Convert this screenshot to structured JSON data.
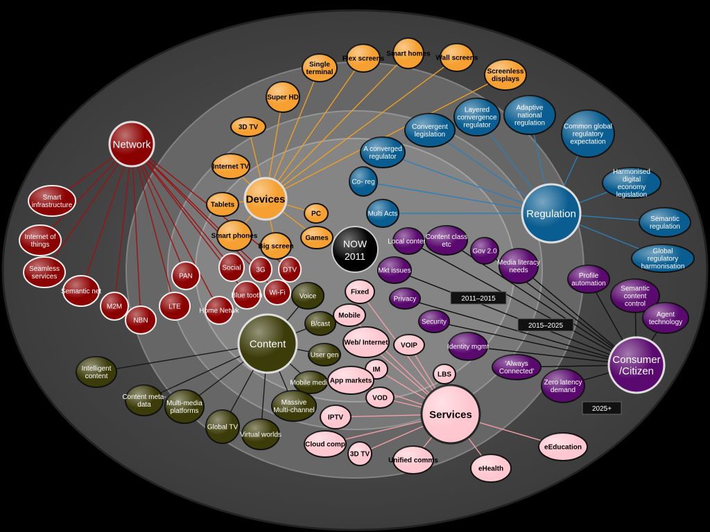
{
  "center": {
    "label_1": "NOW",
    "label_2": "2011"
  },
  "era_labels": [
    "2011–2015",
    "2015–2025",
    "2025+"
  ],
  "colors": {
    "network": "#8b0000",
    "devices": "#f5a030",
    "regulation": "#0a5d90",
    "content": "#3c3c0a",
    "services": "#ffc8d0",
    "consumer": "#5a0a6e",
    "network_line": "#a01010",
    "devices_line": "#f0a020",
    "regulation_line": "#2c7fb8",
    "content_line": "#1a1a1a",
    "services_line": "#f4a0a8",
    "consumer_line": "#101010"
  },
  "hubs": [
    {
      "id": "network",
      "label": "Network",
      "color": "network"
    },
    {
      "id": "devices",
      "label": "Devices",
      "color": "devices"
    },
    {
      "id": "regulation",
      "label": "Regulation",
      "color": "regulation"
    },
    {
      "id": "content",
      "label": "Content",
      "color": "content"
    },
    {
      "id": "services",
      "label": "Services",
      "color": "services"
    },
    {
      "id": "consumer",
      "label": "Consumer /Citizen",
      "color": "consumer"
    }
  ],
  "nodes": {
    "network": [
      "Smart infrastructure",
      "Internet of things",
      "Seamless services",
      "Semantic net",
      "M2M",
      "NBN",
      "LTE",
      "PAN",
      "Home Netwk",
      "Social",
      "3G",
      "DTV",
      "Blue tooth",
      "Wi-Fi"
    ],
    "devices": [
      "Single terminal",
      "Flex screens",
      "Smart homes",
      "Wall screens",
      "Screenless displays",
      "Super HD",
      "3D TV",
      "Internet TV",
      "Tablets",
      "PC",
      "Smart phones",
      "Big screen",
      "Games"
    ],
    "regulation": [
      "Convergent legislation",
      "Layered convergence regulator",
      "Adaptive national regulation",
      "Common global regulatory expectation",
      "A converged regulator",
      "Co- reg",
      "Multi Acts",
      "Harmonised digital economy legislation",
      "Semantic regulation",
      "Global regulatory harmonisation"
    ],
    "content": [
      "Voice",
      "B/cast",
      "User gen",
      "Mobile media",
      "Massive Multi-channel",
      "Virtual worlds",
      "Global TV",
      "Multi-media platforms",
      "Content meta- data",
      "Intelligent content"
    ],
    "services": [
      "Fixed",
      "Mobile",
      "Web/ Internet",
      "VOIP",
      "IM",
      "App markets",
      "LBS",
      "VOD",
      "IPTV",
      "Cloud comp",
      "3D TV",
      "Unified comms",
      "eHealth",
      "eEducation"
    ],
    "consumer": [
      "Local content",
      "Content class etc",
      "Gov 2.0",
      "Media literacy needs",
      "Mkt issues",
      "Privacy",
      "Security",
      "Identity mgmt",
      "'Always Connected'",
      "Zero latency demand",
      "Profile automation",
      "Semantic content control",
      "Agent technology"
    ]
  }
}
